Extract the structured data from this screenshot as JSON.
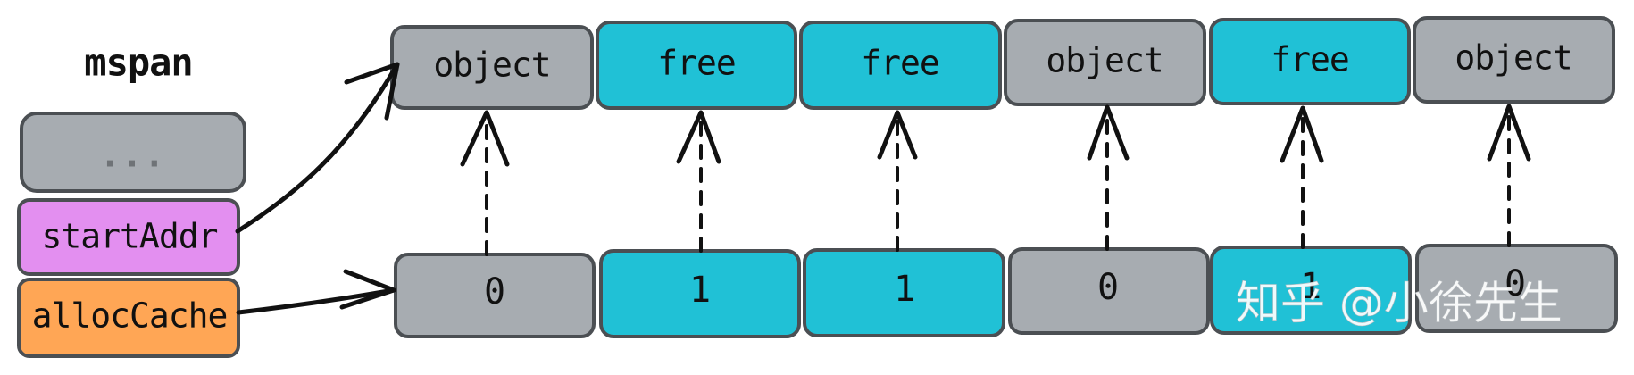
{
  "mspan": {
    "title": "mspan",
    "ellipsis": "...",
    "start_addr": "startAddr",
    "alloc_cache": "allocCache"
  },
  "colors": {
    "object": "#a7acb1",
    "free": "#20c1d6",
    "ellipsis_box": "#a7acb1",
    "start_addr": "#e38ff0",
    "alloc_cache": "#ffa655",
    "border": "#4b4f53"
  },
  "memory": {
    "objects": [
      {
        "label": "object",
        "kind": "object"
      },
      {
        "label": "free",
        "kind": "free"
      },
      {
        "label": "free",
        "kind": "free"
      },
      {
        "label": "object",
        "kind": "object"
      },
      {
        "label": "free",
        "kind": "free"
      },
      {
        "label": "object",
        "kind": "object"
      }
    ],
    "bits": [
      "0",
      "1",
      "1",
      "0",
      "1",
      "0"
    ]
  },
  "watermark": "知乎 @小徐先生"
}
